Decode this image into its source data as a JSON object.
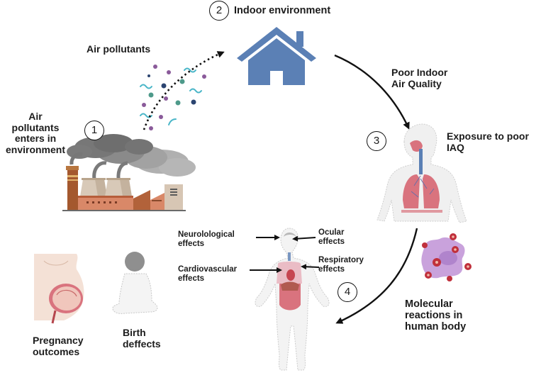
{
  "diagram": {
    "title": "Indoor air pollution pathway to human health effects",
    "colors": {
      "house": "#5b80b5",
      "arrow": "#111111",
      "smoke_dark": "#6e6e6e",
      "smoke_light": "#a8a8a8",
      "factory_brown": "#a4582e",
      "factory_salmon": "#d98868",
      "cooling_tower": "#d8c9b8",
      "organs": "#d9737e",
      "trachea": "#5b80b5",
      "cell": "#c9a2dc",
      "virus": "#c0303c",
      "pollutant_teal": "#4ab6c8",
      "pollutant_purple": "#8a5a9a",
      "pollutant_navy": "#2b4470",
      "pollutant_green": "#4e9a8a"
    },
    "steps": [
      {
        "number": "1",
        "label_lines": [
          "Air",
          "pollutants",
          "enters in",
          "environment"
        ]
      },
      {
        "number": "2",
        "label_lines": [
          "Indoor environment"
        ]
      },
      {
        "number": "3",
        "label_lines": [
          "Exposure to poor",
          "IAQ"
        ]
      },
      {
        "number": "4",
        "label_lines": [
          "Molecular",
          "reactions in",
          "human body"
        ]
      }
    ],
    "labels": {
      "air_pollutants": "Air pollutants",
      "poor_iaq": [
        "Poor Indoor",
        "Air Quality"
      ],
      "neurological": [
        "Neurolological",
        "effects"
      ],
      "ocular": [
        "Ocular",
        "effects"
      ],
      "cardiovascular": [
        "Cardiovascular",
        "effects"
      ],
      "respiratory": [
        "Respiratory",
        "effects"
      ],
      "pregnancy": [
        "Pregnancy",
        "outcomes"
      ],
      "birth": [
        "Birth",
        "deffects"
      ]
    },
    "icons": [
      "factory-icon",
      "smoke-icon",
      "pollutant-particles-icon",
      "house-icon",
      "respiratory-system-icon",
      "cell-virus-icon",
      "human-body-icon",
      "pregnancy-icon",
      "baby-icon"
    ]
  }
}
